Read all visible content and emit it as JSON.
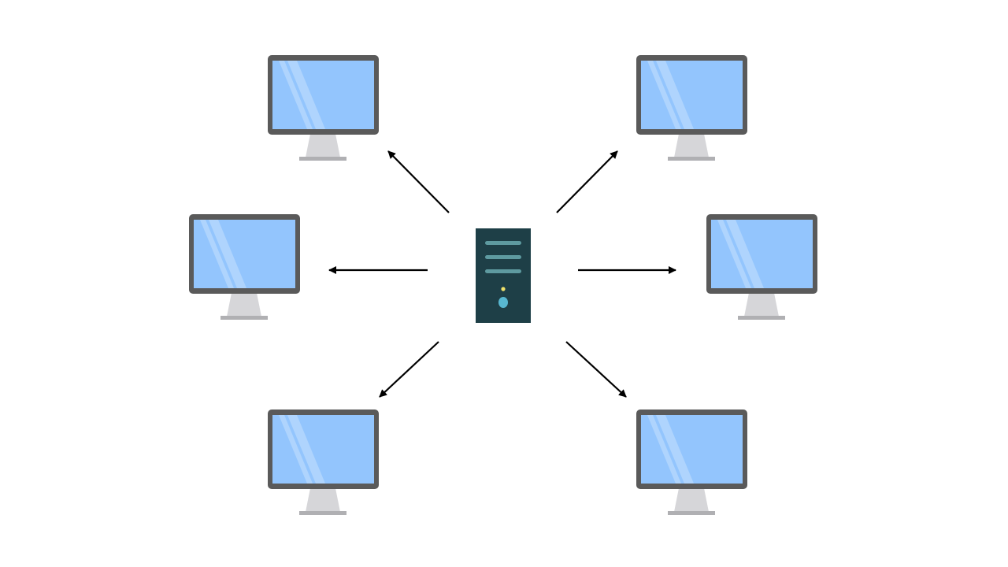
{
  "colors": {
    "background": "#ffffff",
    "monitor_bezel": "#5a5a5a",
    "monitor_screen": "#93c5fd",
    "monitor_glare": "#c7e2fe",
    "monitor_stand": "#d6d6d9",
    "monitor_base": "#b0b0b3",
    "server_body": "#1e3f47",
    "server_slot": "#5e9aa0",
    "server_led": "#f2e36b",
    "server_button": "#58b8d1",
    "arrow": "#000000"
  },
  "diagram": {
    "central_node": {
      "icon": "server-tower-icon"
    },
    "clients": [
      {
        "id": "top-left",
        "icon": "monitor-icon"
      },
      {
        "id": "top-right",
        "icon": "monitor-icon"
      },
      {
        "id": "middle-left",
        "icon": "monitor-icon"
      },
      {
        "id": "middle-right",
        "icon": "monitor-icon"
      },
      {
        "id": "bottom-left",
        "icon": "monitor-icon"
      },
      {
        "id": "bottom-right",
        "icon": "monitor-icon"
      }
    ],
    "edges": [
      {
        "from": "server",
        "to": "top-left",
        "direction": "outward"
      },
      {
        "from": "server",
        "to": "top-right",
        "direction": "outward"
      },
      {
        "from": "server",
        "to": "middle-left",
        "direction": "outward"
      },
      {
        "from": "server",
        "to": "middle-right",
        "direction": "outward"
      },
      {
        "from": "server",
        "to": "bottom-left",
        "direction": "outward"
      },
      {
        "from": "server",
        "to": "bottom-right",
        "direction": "outward"
      }
    ]
  }
}
